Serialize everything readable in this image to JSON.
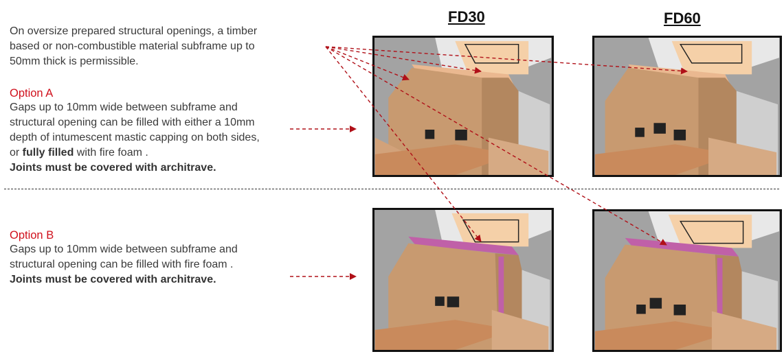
{
  "headers": {
    "fd30": "FD30",
    "fd60": "FD60"
  },
  "intro": {
    "line1": "On oversize prepared structural openings, a timber",
    "line2": "based or non-combustible material subframe up to",
    "line3": "50mm thick is permissible."
  },
  "option_a": {
    "title": "Option A",
    "line1": "Gaps up to 10mm wide between subframe and",
    "line2": "structural opening can be filled with either a 10mm",
    "line3": "depth of intumescent mastic capping on both sides,",
    "line4_pre": "or ",
    "line4_bold": "fully filled",
    "line4_post": " with fire foam .",
    "line5": "Joints must be covered with architrave."
  },
  "option_b": {
    "title": "Option B",
    "line1": "Gaps up to 10mm wide between subframe and",
    "line2": "structural opening can be filled with fire foam .",
    "line3": "Joints must be covered with architrave."
  },
  "colors": {
    "accent": "#d0101c",
    "arrow": "#b01018",
    "foam": "#c060a8"
  }
}
